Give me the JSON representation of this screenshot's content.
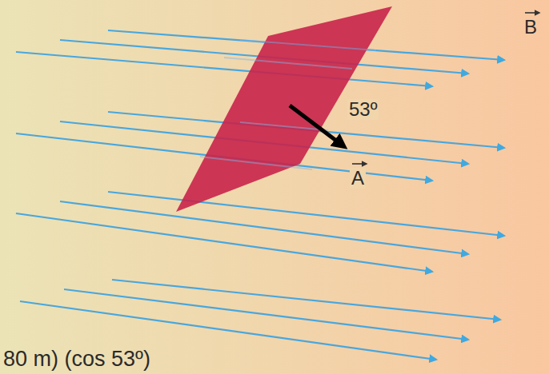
{
  "diagram": {
    "labels": [
      "53º",
      "A",
      "B",
      "80 m) (cos 53º)"
    ]
  }
}
